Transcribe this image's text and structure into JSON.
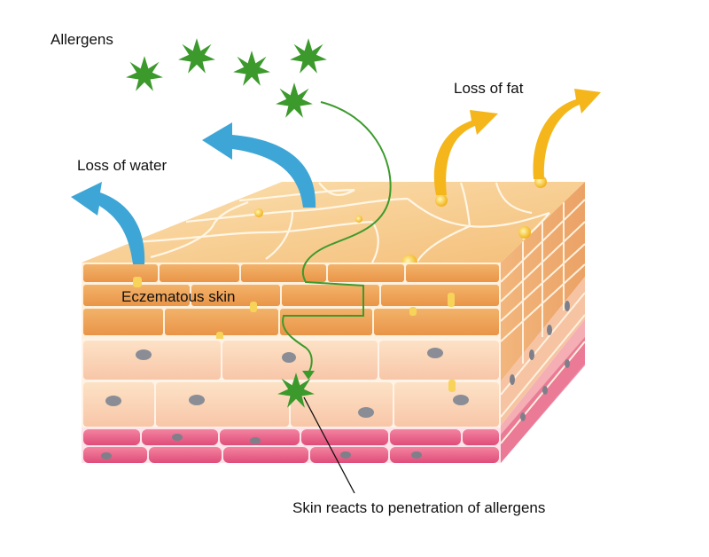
{
  "labels": {
    "allergens": "Allergens",
    "loss_of_water": "Loss of water",
    "loss_of_fat": "Loss of fat",
    "eczematous_skin": "Eczematous skin",
    "skin_reacts": "Skin reacts to penetration of allergens"
  },
  "colors": {
    "allergen": "#3c9a2c",
    "water_arrow": "#3ea6d6",
    "fat_arrow": "#f4b61a",
    "top_surface": "#f6c989",
    "corneum_cell": "#eea157",
    "epidermis_cell": "#fbd7b5",
    "basal_cell": "#e85a86",
    "nucleus": "#8b8d96"
  },
  "icons": [
    "allergen-star",
    "water-loss-arrow",
    "fat-loss-arrow"
  ]
}
